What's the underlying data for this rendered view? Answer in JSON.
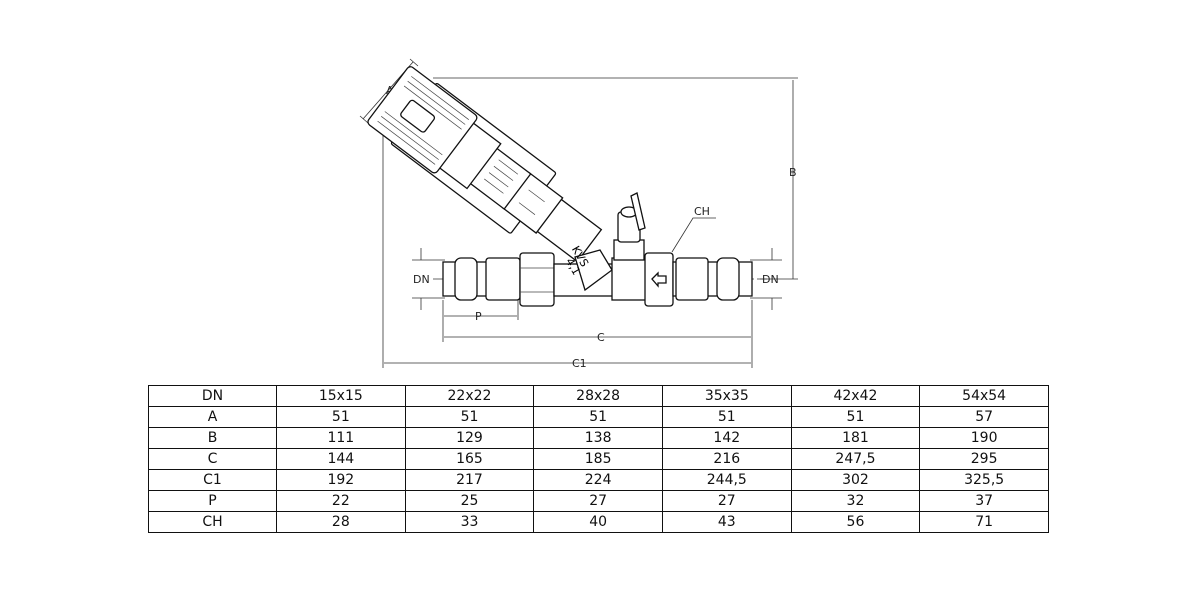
{
  "drawing": {
    "labels": {
      "A": "A",
      "B": "B",
      "C": "C",
      "C1": "C1",
      "P": "P",
      "CH": "CH",
      "DN_left": "DN",
      "DN_right": "DN"
    },
    "body_marking": {
      "line1": "KVS",
      "line2": "4,1"
    }
  },
  "table": {
    "header": [
      "DN",
      "15x15",
      "22x22",
      "28x28",
      "35x35",
      "42x42",
      "54x54"
    ],
    "rows": [
      [
        "A",
        "51",
        "51",
        "51",
        "51",
        "51",
        "57"
      ],
      [
        "B",
        "111",
        "129",
        "138",
        "142",
        "181",
        "190"
      ],
      [
        "C",
        "144",
        "165",
        "185",
        "216",
        "247,5",
        "295"
      ],
      [
        "C1",
        "192",
        "217",
        "224",
        "244,5",
        "302",
        "325,5"
      ],
      [
        "P",
        "22",
        "25",
        "27",
        "27",
        "32",
        "37"
      ],
      [
        "CH",
        "28",
        "33",
        "40",
        "43",
        "56",
        "71"
      ]
    ]
  }
}
